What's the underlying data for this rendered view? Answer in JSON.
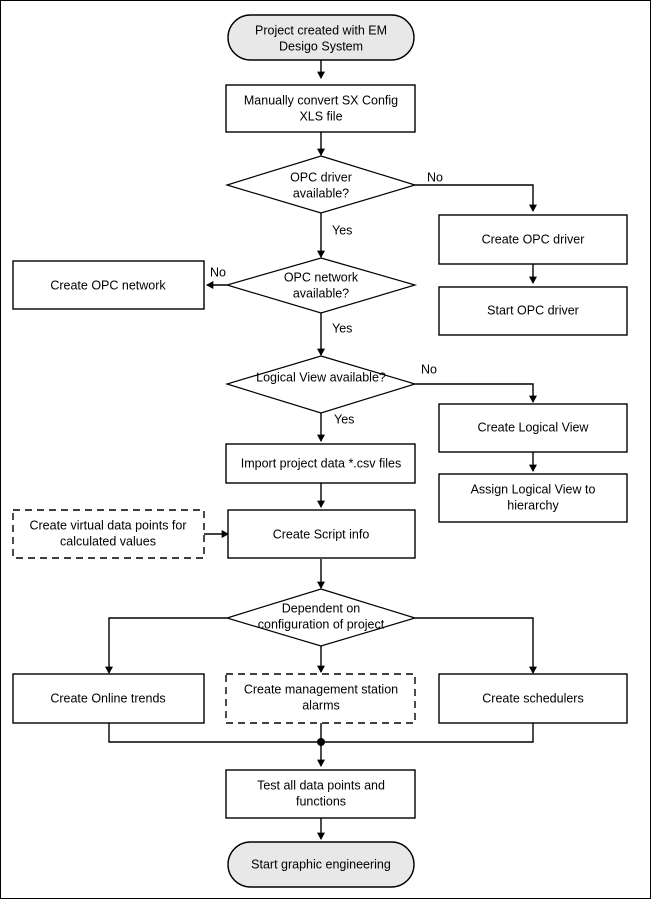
{
  "diagram": {
    "type": "flowchart",
    "title": "EM Desigo System project engineering workflow",
    "orientation": "top-to-bottom",
    "nodes": [
      {
        "id": "start",
        "shape": "terminator",
        "label_line1": "Project created with EM",
        "label_line2": "Desigo System"
      },
      {
        "id": "convert_xls",
        "shape": "process",
        "label_line1": "Manually convert SX Config",
        "label_line2": "XLS file"
      },
      {
        "id": "opc_driver_q",
        "shape": "decision",
        "label_line1": "OPC driver",
        "label_line2": "available?"
      },
      {
        "id": "create_opc_driver",
        "shape": "process",
        "label_line1": "Create OPC driver",
        "label_line2": ""
      },
      {
        "id": "start_opc_driver",
        "shape": "process",
        "label_line1": "Start OPC driver",
        "label_line2": ""
      },
      {
        "id": "opc_network_q",
        "shape": "decision",
        "label_line1": "OPC network",
        "label_line2": "available?"
      },
      {
        "id": "create_opc_network",
        "shape": "process",
        "label_line1": "Create OPC network",
        "label_line2": ""
      },
      {
        "id": "logical_view_q",
        "shape": "decision",
        "label_line1": "Logical View available?",
        "label_line2": ""
      },
      {
        "id": "create_logical_view",
        "shape": "process",
        "label_line1": "Create Logical View",
        "label_line2": ""
      },
      {
        "id": "assign_logical_view",
        "shape": "process",
        "label_line1": "Assign Logical View to",
        "label_line2": "hierarchy"
      },
      {
        "id": "import_csv",
        "shape": "process",
        "label_line1": "Import project data *.csv files",
        "label_line2": ""
      },
      {
        "id": "virtual_points",
        "shape": "process-dashed",
        "label_line1": "Create virtual data points for",
        "label_line2": "calculated values"
      },
      {
        "id": "script_info",
        "shape": "process",
        "label_line1": "Create Script info",
        "label_line2": ""
      },
      {
        "id": "dependent_q",
        "shape": "decision",
        "label_line1": "Dependent on",
        "label_line2": "configuration of project"
      },
      {
        "id": "online_trends",
        "shape": "process",
        "label_line1": "Create Online trends",
        "label_line2": ""
      },
      {
        "id": "mgmt_alarms",
        "shape": "process-dashed",
        "label_line1": "Create management station",
        "label_line2": "alarms"
      },
      {
        "id": "schedulers",
        "shape": "process",
        "label_line1": "Create schedulers",
        "label_line2": ""
      },
      {
        "id": "test_all",
        "shape": "process",
        "label_line1": "Test all data points and",
        "label_line2": "functions"
      },
      {
        "id": "end",
        "shape": "terminator",
        "label_line1": "Start graphic engineering",
        "label_line2": ""
      }
    ],
    "edge_labels": {
      "opc_driver_no": "No",
      "opc_driver_yes": "Yes",
      "opc_network_no": "No",
      "opc_network_yes": "Yes",
      "logical_view_no": "No",
      "logical_view_yes": "Yes"
    },
    "colors": {
      "terminator_fill": "#e8e8e8",
      "process_fill": "#ffffff",
      "stroke": "#000000",
      "background": "#ffffff"
    }
  }
}
